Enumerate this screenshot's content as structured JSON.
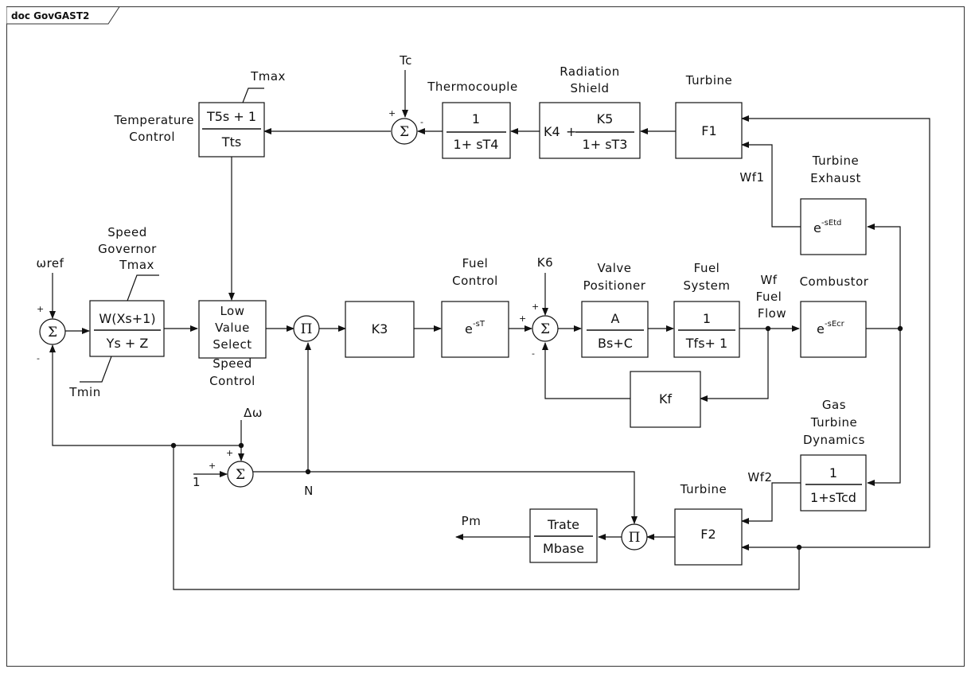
{
  "tab_title": "doc GovGAST2",
  "blocks": {
    "speed_governor": {
      "label1": "Speed",
      "label2": "Governor",
      "num": "W(Xs+1)",
      "den": "Ys + Z",
      "tmax": "Tmax",
      "tmin": "Tmin"
    },
    "temperature_control": {
      "label1": "Temperature",
      "label2": "Control",
      "num": "T5s + 1",
      "den": "Tts",
      "tmax": "Tmax"
    },
    "low_value_select": {
      "line1": "Low",
      "line2": "Value",
      "line3": "Select"
    },
    "speed_control_label": {
      "line1": "Speed",
      "line2": "Control"
    },
    "k3": {
      "text": "K3"
    },
    "fuel_control": {
      "label1": "Fuel",
      "label2": "Control",
      "base": "e",
      "exp": "-sT"
    },
    "valve_positioner": {
      "label1": "Valve",
      "label2": "Positioner",
      "num": "A",
      "den": "Bs+C"
    },
    "fuel_system": {
      "label1": "Fuel",
      "label2": "System",
      "num": "1",
      "den": "Tfs+ 1"
    },
    "combustor": {
      "label": "Combustor",
      "base": "e",
      "exp": "-sEcr"
    },
    "kf": {
      "text": "Kf"
    },
    "turbine_exhaust": {
      "label1": "Turbine",
      "label2": "Exhaust",
      "base": "e",
      "exp": "-sEtd"
    },
    "turbine_f1": {
      "label": "Turbine",
      "text": "F1"
    },
    "radiation_shield": {
      "label1": "Radiation",
      "label2": "Shield",
      "k4": "K4",
      "plus": "+",
      "num": "K5",
      "den": "1+ sT3"
    },
    "thermocouple": {
      "label": "Thermocouple",
      "num": "1",
      "den": "1+ sT4"
    },
    "gas_turbine_dynamics": {
      "label1": "Gas",
      "label2": "Turbine",
      "label3": "Dynamics",
      "num": "1",
      "den": "1+sTcd"
    },
    "turbine_f2": {
      "label": "Turbine",
      "text": "F2"
    },
    "trate_mbase": {
      "num": "Trate",
      "den": "Mbase"
    }
  },
  "signals": {
    "wref": "ωref",
    "tc": "Tc",
    "k6": "K6",
    "delta_w": "Δω",
    "one": "1",
    "n": "N",
    "wf1": "Wf1",
    "wf2": "Wf2",
    "wf1_line": "Wf",
    "wf2_line": "Fuel",
    "wf3_line": "Flow",
    "pm": "Pm"
  },
  "symbols": {
    "sum": "Σ",
    "product": "Π",
    "plus": "+",
    "minus": "-"
  }
}
